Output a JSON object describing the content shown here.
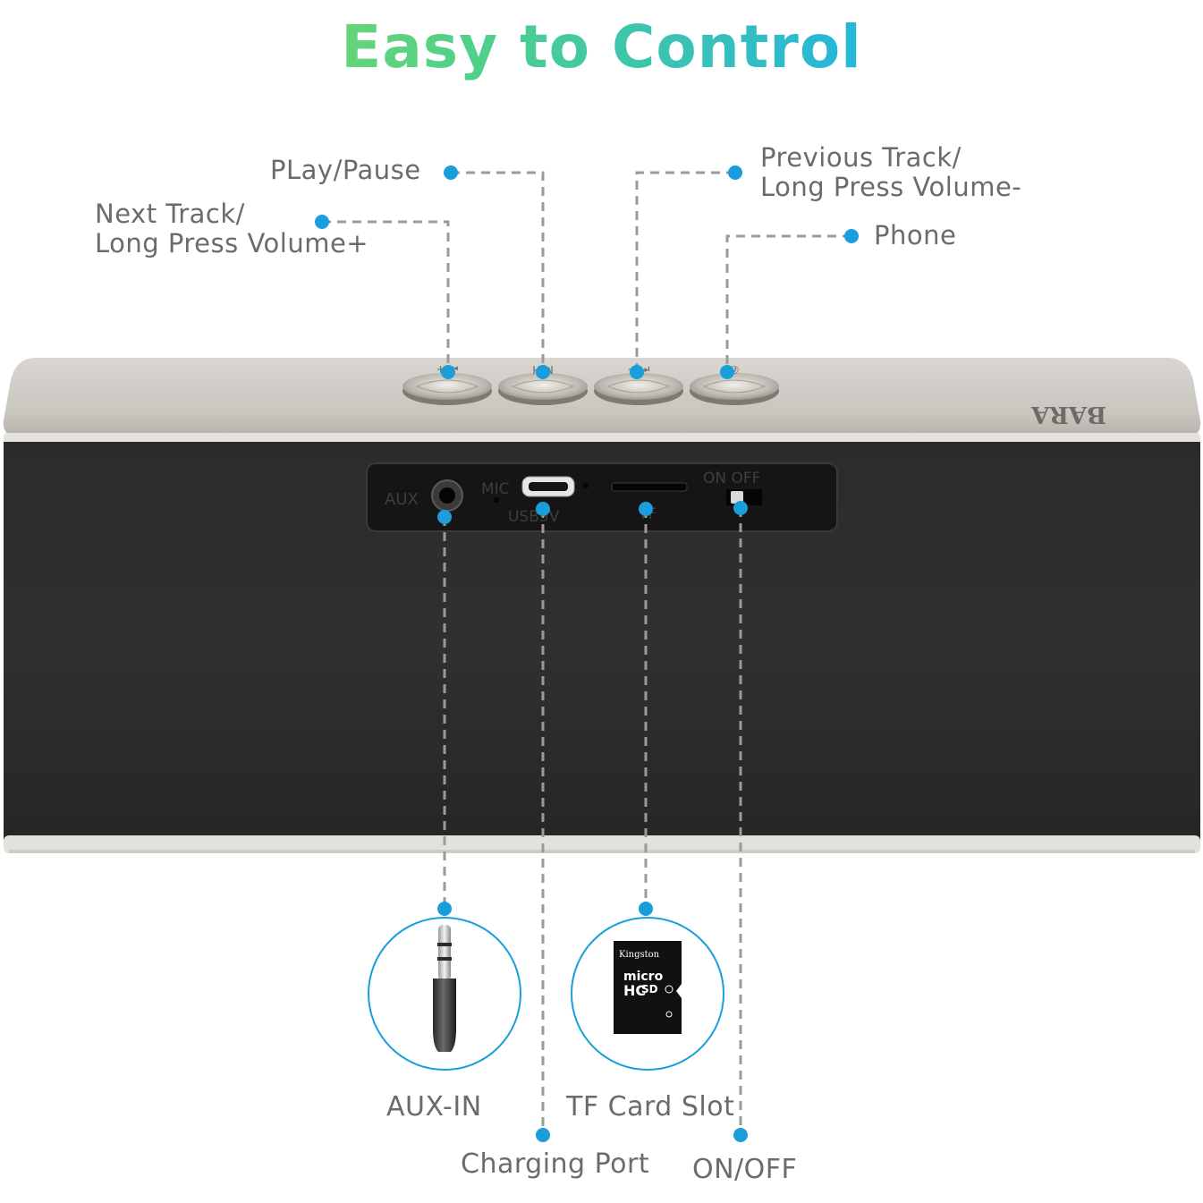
{
  "title": "Easy to Control",
  "brand": "BARA",
  "accent_color": "#1a9edb",
  "top_labels": {
    "play_pause": "PLay/Pause",
    "next_line1": "Next Track/",
    "next_line2": "Long Press Volume+",
    "prev_line1": "Previous Track/",
    "prev_line2": "Long Press Volume-",
    "phone": "Phone"
  },
  "panel_labels": {
    "aux": "AUX",
    "mic": "MIC",
    "usb": "USB5V",
    "tf": "TF",
    "on_off": "ON OFF"
  },
  "bottom_labels": {
    "aux_in": "AUX-IN",
    "tf_card_slot": "TF Card Slot",
    "charging_port": "Charging Port",
    "on_off": "ON/OFF"
  },
  "card_text": {
    "maker": "Kingston",
    "micro": "micro",
    "sd": "SD",
    "hc": "HC"
  }
}
